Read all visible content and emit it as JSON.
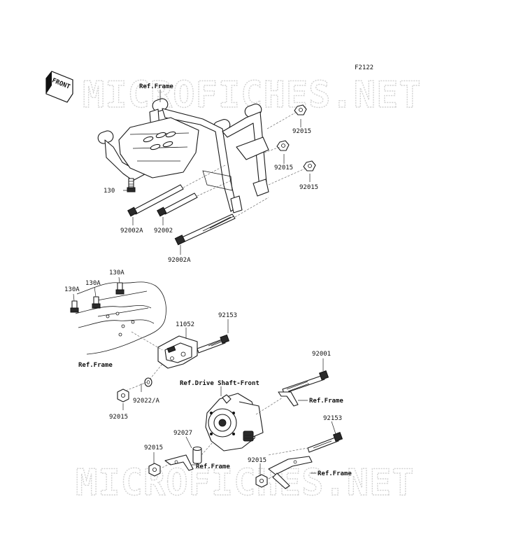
{
  "figure_code": "F2122",
  "front_badge": "FRONT",
  "watermark": "MICROFICHES.NET",
  "references": {
    "frame_top": "Ref.Frame",
    "frame_left": "Ref.Frame",
    "frame_mid": "Ref.Frame",
    "frame_low": "Ref.Frame",
    "frame_right": "Ref.Frame",
    "drive_shaft": "Ref.Drive Shaft-Front"
  },
  "parts": {
    "p92015_a": "92015",
    "p92015_b": "92015",
    "p92015_c": "92015",
    "p130": "130",
    "p92002A_a": "92002A",
    "p92002": "92002",
    "p92002A_b": "92002A",
    "p130A_a": "130A",
    "p130A_b": "130A",
    "p130A_c": "130A",
    "p11052": "11052",
    "p92153_a": "92153",
    "p92001": "92001",
    "p92022A": "92022/A",
    "p92015_d": "92015",
    "p92027": "92027",
    "p92015_e": "92015",
    "p92153_b": "92153",
    "p92015_f": "92015"
  }
}
